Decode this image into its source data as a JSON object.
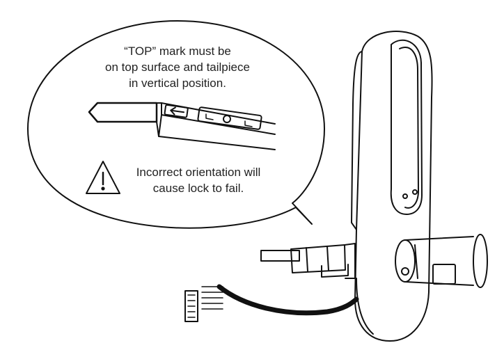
{
  "callout": {
    "instruction_lines": [
      "“TOP” mark must be",
      "on top surface and tailpiece",
      "in vertical position."
    ],
    "warning_lines": [
      "Incorrect orientation will",
      "cause lock to fail."
    ]
  },
  "icons": {
    "warning": "warning-triangle-icon",
    "arrow": "left-arrow-icon"
  },
  "colors": {
    "line": "#111111",
    "background": "#ffffff"
  }
}
